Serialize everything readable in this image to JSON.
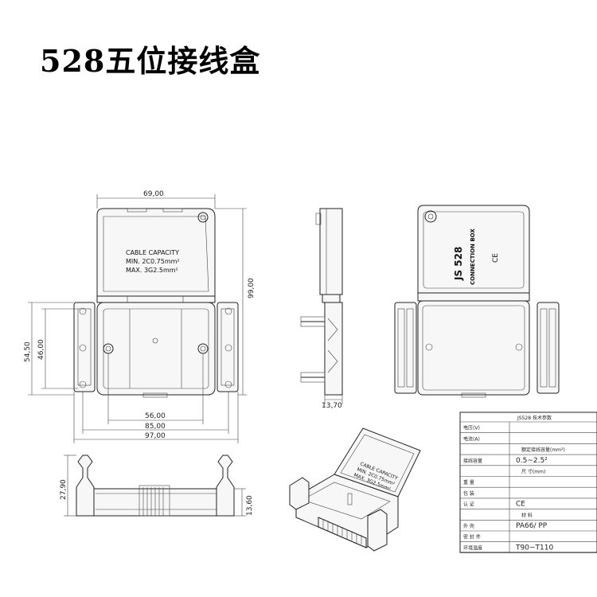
{
  "title": "528五位接线盒",
  "front_view": {
    "lid_text": [
      "CABLE CAPACITY",
      "MIN. 2C0.75mm²",
      "MAX. 3G2.5mm²"
    ],
    "dims": {
      "top_width": "69,00",
      "height_right": "99,00",
      "left_outer": "54,50",
      "left_inner": "46,00",
      "bottom_inner": "56,00",
      "bottom_mid": "85,00",
      "bottom_outer": "97,00"
    }
  },
  "side_view": {
    "dims": {
      "depth": "13,70"
    }
  },
  "iso_view": {
    "lid_text": [
      "JS 528",
      "CONNECTION BOX"
    ],
    "mark": "CE"
  },
  "bottom_view": {
    "dims": {
      "height_left": "27,90",
      "height_right": "13,60"
    }
  },
  "perspective_view": {
    "lid_text": [
      "CABLE CAPACITY",
      "MIN. 2C0.75mm²",
      "MAX. 3G2.5mm²"
    ]
  },
  "spec_table": {
    "title": "JS528  技术参数",
    "rows": [
      {
        "label": "电压(V)",
        "value": ""
      },
      {
        "label": "电流(A)",
        "value": ""
      },
      {
        "label": "",
        "value": "额定接线容量(mm²)"
      },
      {
        "label": "接线容量",
        "value": "0.5~2.5²"
      },
      {
        "label": "",
        "value": "尺 寸(mm)"
      },
      {
        "label": "重 量",
        "value": ""
      },
      {
        "label": "包 装",
        "value": ""
      },
      {
        "label": "认 证",
        "value": "CE"
      },
      {
        "label": "",
        "value": "材 料"
      },
      {
        "label": "外 壳",
        "value": "PA66/ PP"
      },
      {
        "label": "密 封 件",
        "value": ""
      },
      {
        "label": "环境温度",
        "value": "T90~T110"
      }
    ]
  }
}
